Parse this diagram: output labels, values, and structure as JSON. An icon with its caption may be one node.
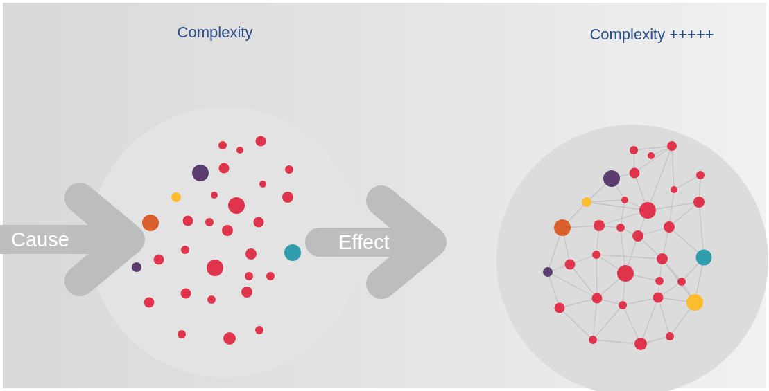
{
  "diagram": {
    "nodes": [
      {
        "text": [],
        "shape": "circle"
      },
      {
        "text": [],
        "shape": "circle"
      }
    ],
    "edges": [
      {
        "from": null,
        "to": 0,
        "arrow": "to",
        "label": "Cause"
      },
      {
        "from": 0,
        "to": 1,
        "arrow": "to",
        "label": "Effect"
      }
    ],
    "labels": [
      "Complexity",
      "Complexity +++++"
    ]
  }
}
